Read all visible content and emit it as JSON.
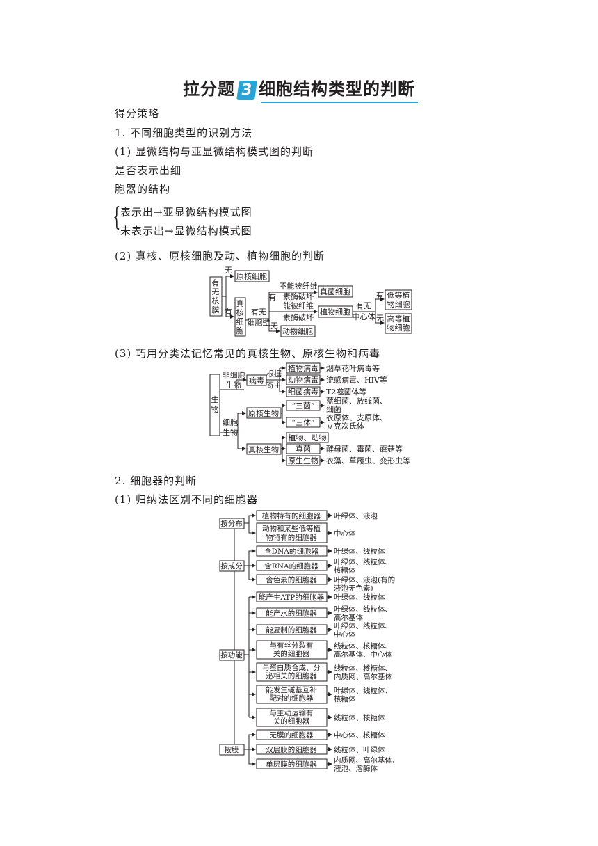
{
  "title": {
    "prefix": "拉分题",
    "number": "3",
    "text": "细胞结构类型的判断"
  },
  "lines": {
    "strategy": "得分策略",
    "s1": "1. 不同细胞类型的识别方法",
    "s1_1": "(1) 显微结构与亚显微结构模式图的判断",
    "q1": "是否表示出细",
    "q2": "胞器的结构",
    "yes_line": "表示出→亚显微结构模式图",
    "no_line": "未表示出→显微结构模式图",
    "s1_2": "(2) 真核、原核细胞及动、植物细胞的判断",
    "s1_3": "(3) 巧用分类法记忆常见的真核生物、原核生物和病毒",
    "s2": "2. 细胞器的判断",
    "s2_1": "(1) 归纳法区别不同的细胞器"
  },
  "tree1": {
    "root": "有无核膜",
    "wu": "无",
    "you": "有",
    "prokaryote": "原核细胞",
    "eukaryote": "真核细胞",
    "wall_q": "有无细胞壁",
    "you2": "有",
    "wu2": "无",
    "not_digest_a": "不能被纤维",
    "not_digest_b": "素酶破坏",
    "can_digest_a": "能被纤维",
    "can_digest_b": "素酶破坏",
    "fungi": "真菌细胞",
    "plant": "植物细胞",
    "animal": "动物细胞",
    "centro_q1": "有无",
    "centro_q2": "中心体",
    "you3": "有",
    "wu3": "无",
    "lower_plant": "低等植物细胞",
    "higher_plant": "高等植物细胞"
  },
  "tree2": {
    "root": "生物",
    "noncell": "非细胞生物",
    "virus": "病毒",
    "host": "根据寄主",
    "plant_virus": "植物病毒",
    "plant_virus_ex": "烟草花叶病毒等",
    "animal_virus": "动物病毒",
    "animal_virus_ex": "流感病毒、HIV等",
    "bact_virus": "细菌病毒",
    "bact_virus_ex": "T2噬菌体等",
    "cell": "细胞生物",
    "prokaryote": "原核生物",
    "three_bact": "“三菌”",
    "three_bact_ex1": "蓝细菌、放线菌、",
    "three_bact_ex2": "细菌",
    "three_body": "“三体”",
    "three_body_ex1": "衣原体、支原体、",
    "three_body_ex2": "立克次氏体",
    "eukaryote": "真核生物",
    "plant_animal": "植物、动物",
    "fungi": "真菌",
    "fungi_ex": "酵母菌、霉菌、蘑菇等",
    "protist": "原生生物",
    "protist_ex": "衣藻、草履虫、变形虫等"
  },
  "tree3": {
    "by_dist": "按分布",
    "d1": "植物特有的细胞器",
    "d1_r": "叶绿体、液泡",
    "d2a": "动物和某些低等植",
    "d2b": "物特有的细胞器",
    "d2_r": "中心体",
    "by_comp": "按成分",
    "c1": "含DNA的细胞器",
    "c1_r": "叶绿体、线粒体",
    "c2": "含RNA的细胞器",
    "c2_r1": "叶绿体、线粒体、",
    "c2_r2": "核糖体",
    "c3": "含色素的细胞器",
    "c3_r1": "叶绿体、液泡(有的",
    "c3_r2": "液泡无色素)",
    "by_func": "按功能",
    "f1": "能产生ATP的细胞器",
    "f1_r": "叶绿体、线粒体",
    "f2": "能产水的细胞器",
    "f2_r1": "叶绿体、线粒体、",
    "f2_r2": "高尔基体",
    "f3": "能复制的细胞器",
    "f3_r1": "叶绿体、线粒体、",
    "f3_r2": "中心体",
    "f4a": "与有丝分裂有",
    "f4b": "关的细胞器",
    "f4_r1": "线粒体、核糖体、",
    "f4_r2": "高尔基体、中心体",
    "f5a": "与蛋白质合成、分",
    "f5b": "泌相关的细胞器",
    "f5_r1": "线粒体、核糖体、",
    "f5_r2": "内质网、高尔基体",
    "f6a": "能发生碱基互补",
    "f6b": "配对的细胞器",
    "f6_r1": "叶绿体、线粒体、",
    "f6_r2": "核糖体",
    "f7a": "与主动运输有",
    "f7b": "关的细胞器",
    "f7_r": "线粒体、核糖体",
    "by_mem": "按膜",
    "m1": "无膜的细胞器",
    "m1_r": "中心体、核糖体",
    "m2": "双层膜的细胞器",
    "m2_r": "线粒体、叶绿体",
    "m3": "单层膜的细胞器",
    "m3_r1": "内质网、高尔基体、",
    "m3_r2": "液泡、溶酶体"
  }
}
